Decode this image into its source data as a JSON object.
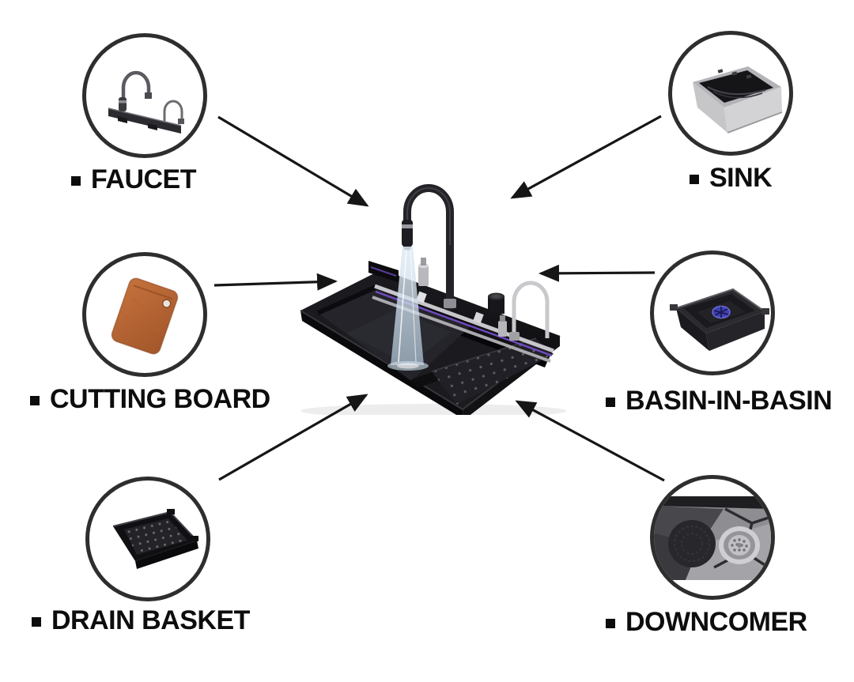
{
  "diagram": {
    "type": "product-parts-callout",
    "product": "kitchen-sink",
    "bullet_glyph": "square",
    "colors": {
      "background": "#ffffff",
      "line": "#161616",
      "label_text": "#0d0d0d",
      "circle_stroke": "#2e2e2e",
      "cutting_board_accent": "#b96a35",
      "drain_accent": "#4040b8",
      "led_accent": "#7a4fd2",
      "water": "#cfe0ee"
    },
    "components": [
      {
        "id": "faucet",
        "label": "FAUCET",
        "icon": "faucet-icon",
        "position": "top-left"
      },
      {
        "id": "sink",
        "label": "SINK",
        "icon": "sink-icon",
        "position": "top-right"
      },
      {
        "id": "cutting-board",
        "label": "CUTTING BOARD",
        "icon": "cutting-board-icon",
        "position": "middle-left"
      },
      {
        "id": "basin-in-basin",
        "label": "BASIN-IN-BASIN",
        "icon": "basin-in-basin-icon",
        "position": "middle-right"
      },
      {
        "id": "drain-basket",
        "label": "DRAIN BASKET",
        "icon": "drain-basket-icon",
        "position": "bottom-left"
      },
      {
        "id": "downcomer",
        "label": "DOWNCOMER",
        "icon": "downcomer-icon",
        "position": "bottom-right"
      }
    ]
  }
}
